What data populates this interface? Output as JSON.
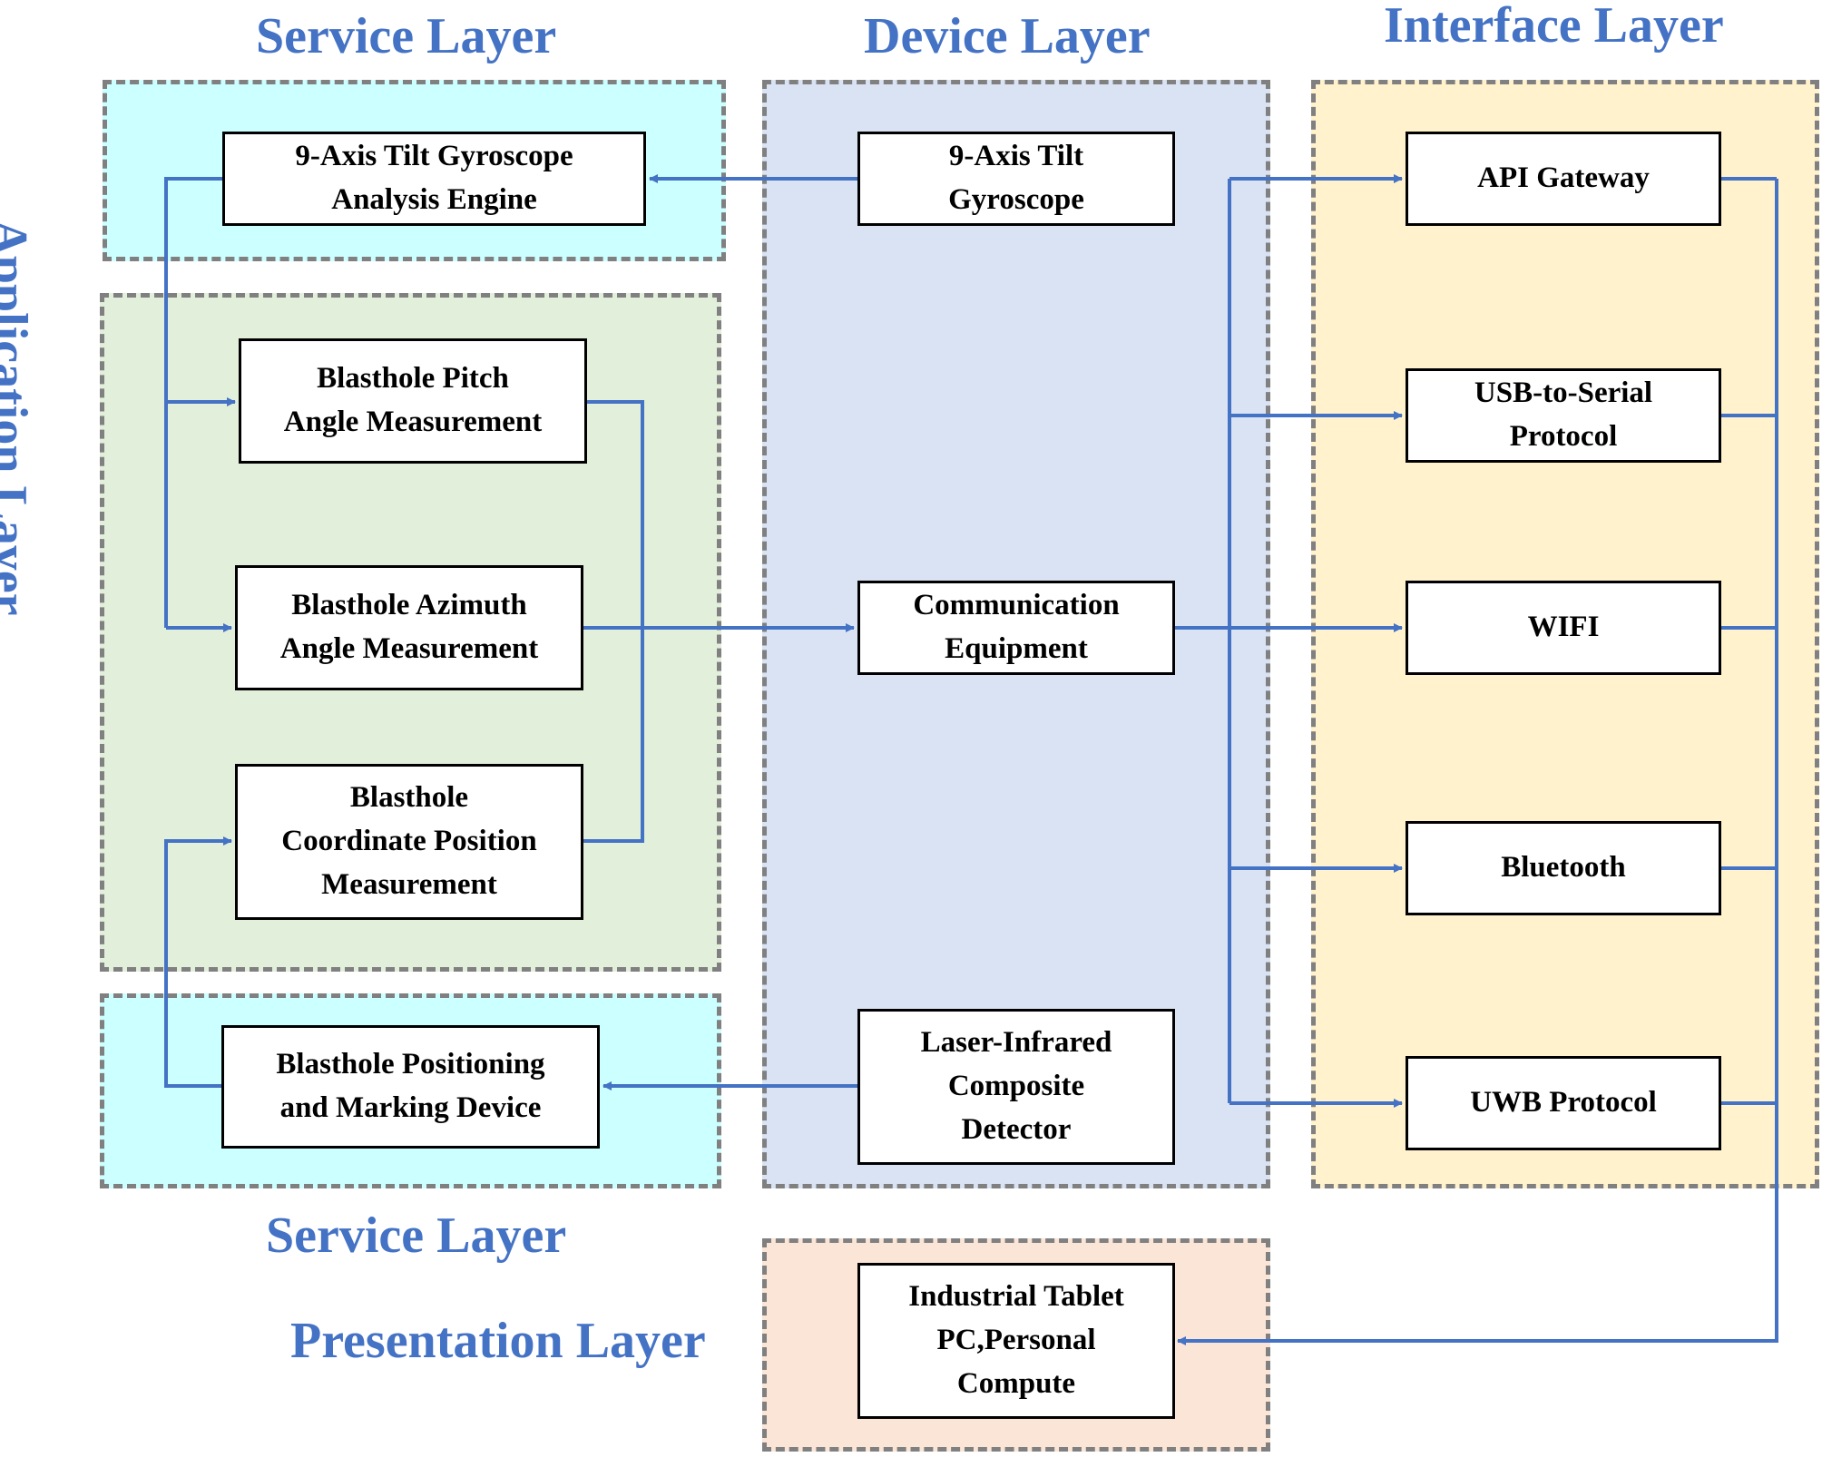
{
  "colors": {
    "accent": "#4472C4",
    "service_fill": "#CCFFFF",
    "application_fill": "#E2EFDA",
    "device_fill": "#DAE3F3",
    "interface_fill": "#FFF2CC",
    "presentation_fill": "#FBE5D6",
    "region_border": "#808080"
  },
  "labels": {
    "service_top": "Service Layer",
    "device": "Device Layer",
    "interface": "Interface Layer",
    "application": "Application Layer",
    "service_bottom": "Service Layer",
    "presentation": "Presentation Layer"
  },
  "nodes": {
    "analysis_engine": "9-Axis Tilt Gyroscope\nAnalysis Engine",
    "pitch": "Blasthole Pitch\nAngle Measurement",
    "azimuth": "Blasthole Azimuth\nAngle Measurement",
    "coordinate": "Blasthole\nCoordinate Position\nMeasurement",
    "marking_device": "Blasthole Positioning\nand Marking Device",
    "gyroscope": "9-Axis Tilt\nGyroscope",
    "comm_equipment": "Communication\nEquipment",
    "laser_detector": "Laser-Infrared\nComposite\nDetector",
    "api_gateway": "API Gateway",
    "usb_serial": "USB-to-Serial\nProtocol",
    "wifi": "WIFI",
    "bluetooth": "Bluetooth",
    "uwb": "UWB Protocol",
    "tablet_pc": "Industrial Tablet\nPC,Personal\nCompute"
  }
}
